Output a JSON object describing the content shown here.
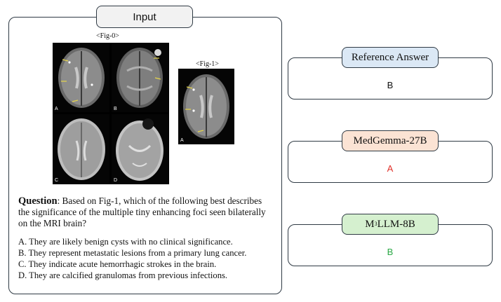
{
  "input": {
    "tag_label": "Input",
    "fig0_caption": "<Fig-0>",
    "fig1_caption": "<Fig-1>",
    "fig0_panel_letters": [
      "A",
      "B",
      "C",
      "D"
    ],
    "fig1_panel_letter": "A",
    "question_label": "Question",
    "question_text": ": Based on Fig-1, which of the following best describes the significance of the multiple tiny enhancing foci seen bilaterally on the MRI brain?",
    "options": [
      "A. They are likely benign cysts with no clinical significance.",
      "B. They represent metastatic lesions from a primary lung cancer.",
      "C. They indicate acute hemorrhagic strokes in the brain.",
      "D. They are calcified granulomas from previous infections."
    ]
  },
  "outputs": {
    "reference": {
      "label": "Reference Answer",
      "answer": "B"
    },
    "medgemma": {
      "label": "MedGemma-27B",
      "answer": "A",
      "color": "#e0302a"
    },
    "m3llm": {
      "label_prefix": "M",
      "label_sup": "3",
      "label_suffix": "LLM-8B",
      "answer": "B",
      "color": "#2aa845"
    }
  }
}
